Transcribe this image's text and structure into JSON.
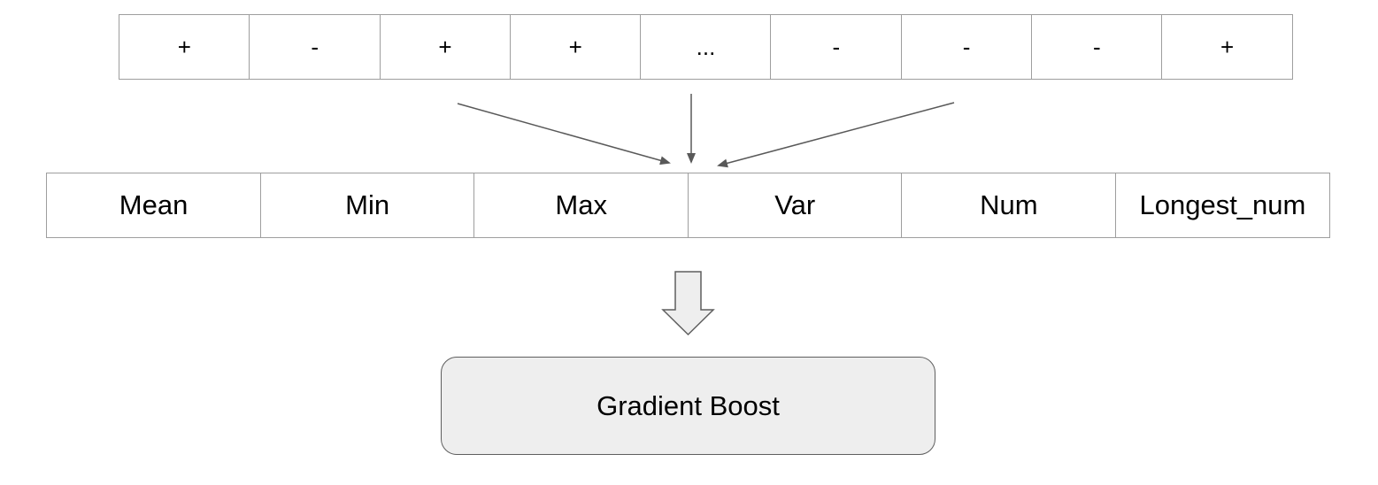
{
  "sequence": {
    "cells": [
      "+",
      "-",
      "+",
      "+",
      "...",
      "-",
      "-",
      "-",
      "+"
    ]
  },
  "features": {
    "cells": [
      "Mean",
      "Min",
      "Max",
      "Var",
      "Num",
      "Longest_num"
    ]
  },
  "model": {
    "label": "Gradient Boost"
  },
  "colors": {
    "cell_border": "#9e9e9e",
    "arrow": "#595959",
    "model_fill": "#eeeeee",
    "model_border": "#5f5f5f",
    "block_arrow_fill": "#eeeeee"
  }
}
